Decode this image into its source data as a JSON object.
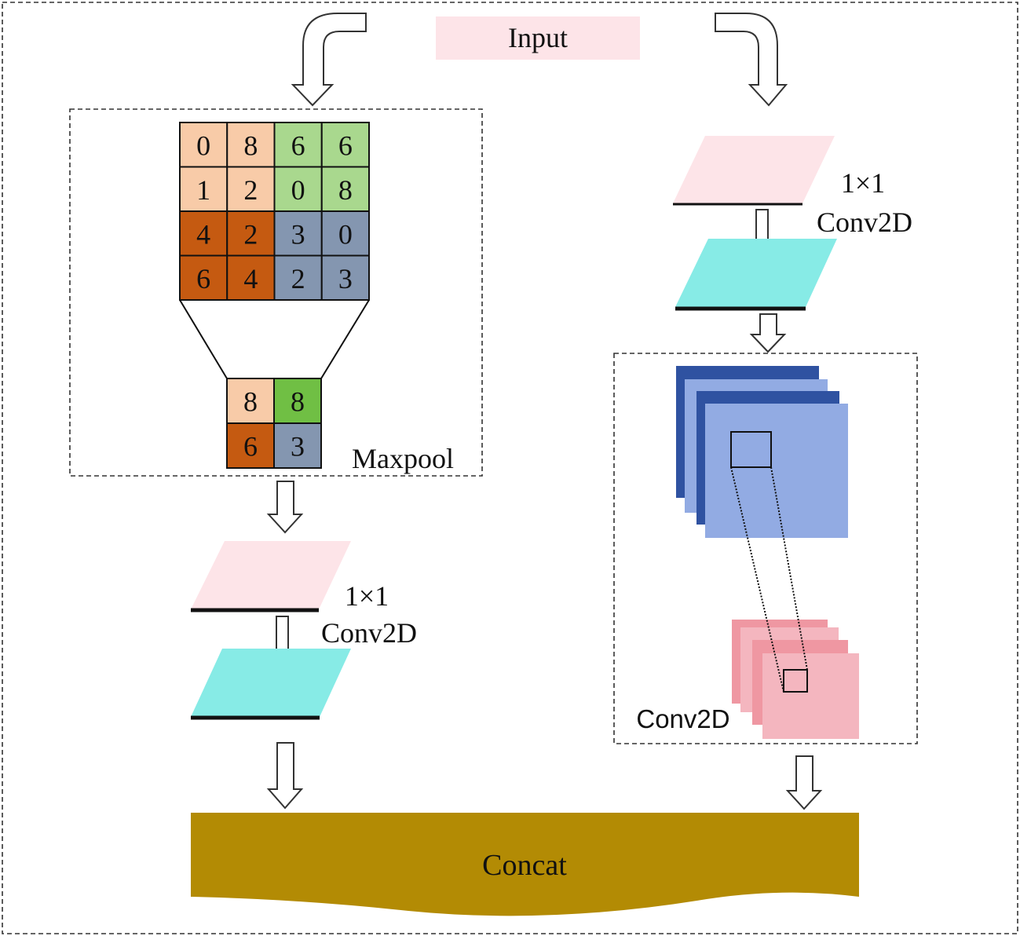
{
  "input": {
    "label": "Input"
  },
  "maxpool": {
    "label": "Maxpool",
    "grid": [
      [
        "0",
        "8",
        "6",
        "6"
      ],
      [
        "1",
        "2",
        "0",
        "8"
      ],
      [
        "4",
        "2",
        "3",
        "0"
      ],
      [
        "6",
        "4",
        "2",
        "3"
      ]
    ],
    "pooled": [
      [
        "8",
        "8"
      ],
      [
        "6",
        "3"
      ]
    ]
  },
  "left_branch": {
    "conv_size": "1×1",
    "conv_label": "Conv2D"
  },
  "right_branch": {
    "conv_size": "1×1",
    "conv_label": "Conv2D",
    "conv2d_label": "Conv2D"
  },
  "concat": {
    "label": "Concat"
  },
  "colors": {
    "quad_tl": "#f8cba8",
    "quad_tr": "#a9d88e",
    "quad_bl": "#c55a11",
    "quad_br": "#8496b0",
    "pooled_tr": "#70bf44",
    "input_pink": "#fde4e8",
    "conv_teal": "#87ebe6",
    "feature_dark_blue": "#2f52a1",
    "feature_light_blue": "#92abe3",
    "feature_pink": "#ef97a2",
    "feature_light_pink": "#f4b6bf",
    "concat": "#b38b04"
  }
}
